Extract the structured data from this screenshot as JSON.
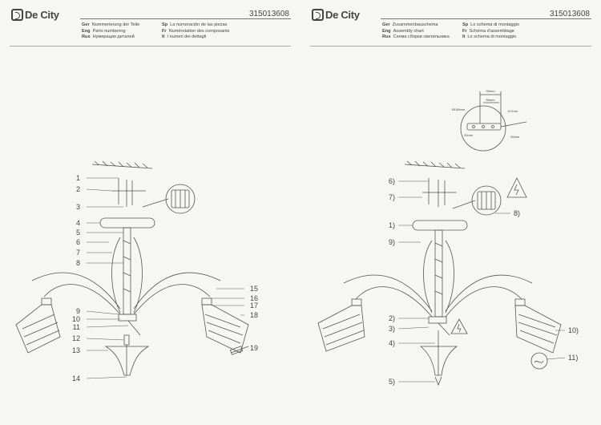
{
  "brand": "De City",
  "article_number": "315013608",
  "left_page": {
    "headers": [
      {
        "lang": "Ger",
        "text": "Nummerierung der Teile"
      },
      {
        "lang": "Sp",
        "text": "La numeración de las piezas"
      },
      {
        "lang": "Eng",
        "text": "Parts numbering"
      },
      {
        "lang": "Fr",
        "text": "Numérotation des composants"
      },
      {
        "lang": "Rus",
        "text": "Нумерация деталей"
      },
      {
        "lang": "It",
        "text": "I numeri dei dettagli"
      }
    ],
    "part_numbers_left": [
      "1",
      "2",
      "3",
      "4",
      "5",
      "6",
      "7",
      "8",
      "9",
      "10",
      "11",
      "12",
      "13",
      "14"
    ],
    "part_numbers_right": [
      "15",
      "16",
      "17",
      "18",
      "19"
    ]
  },
  "right_page": {
    "headers": [
      {
        "lang": "Ger",
        "text": "Zusammenbauschema"
      },
      {
        "lang": "Sp",
        "text": "Lo schema di montaggio"
      },
      {
        "lang": "Eng",
        "text": "Assembly chart"
      },
      {
        "lang": "Fr",
        "text": "Schéma d'assemblage"
      },
      {
        "lang": "Rus",
        "text": "Схема сборки светильника"
      },
      {
        "lang": "It",
        "text": "Lo schema di montaggio"
      }
    ],
    "bracket_dimensions": [
      "90mm",
      "50mm",
      "Φ150mm",
      "117mm",
      "20mm",
      "20mm"
    ],
    "steps_left": [
      "6)",
      "7)",
      "1)",
      "9)",
      "2)",
      "3)",
      "4)",
      "5)"
    ],
    "steps_right": [
      "8)",
      "10)",
      "11)"
    ]
  },
  "colors": {
    "line": "#555555",
    "paper": "#f6f6f4"
  }
}
